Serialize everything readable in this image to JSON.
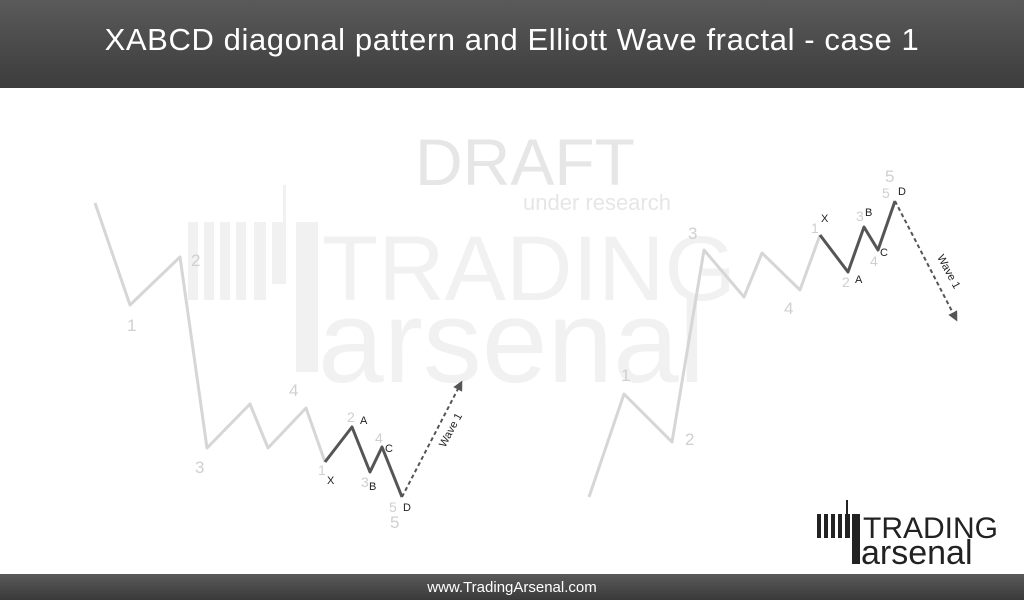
{
  "header": {
    "title": "XABCD diagonal pattern and Elliott Wave fractal - case 1"
  },
  "watermark": {
    "draft": "DRAFT",
    "subtitle": "under research",
    "brand_top": "TRADING",
    "brand_bottom": "arsenal"
  },
  "logo": {
    "top": "TRADING",
    "bottom": "arsenal"
  },
  "left_diagram": {
    "elliott_labels": [
      "1",
      "2",
      "3",
      "4",
      "1",
      "2",
      "3",
      "4",
      "5",
      "5"
    ],
    "xabcd_labels": [
      "X",
      "A",
      "B",
      "C",
      "D"
    ],
    "wave_label": "Wave 1",
    "wave_direction": "up"
  },
  "right_diagram": {
    "elliott_labels": [
      "1",
      "2",
      "3",
      "4",
      "1",
      "2",
      "3",
      "4",
      "5",
      "5"
    ],
    "xabcd_labels": [
      "X",
      "A",
      "B",
      "C",
      "D"
    ],
    "wave_label": "Wave 1",
    "wave_direction": "down"
  },
  "footer": {
    "url": "www.TradingArsenal.com"
  },
  "colors": {
    "header_bg": "#4a4a4a",
    "light_line": "#d6d6d6",
    "dark_line": "#555555",
    "label_light": "#d0d0d0"
  }
}
